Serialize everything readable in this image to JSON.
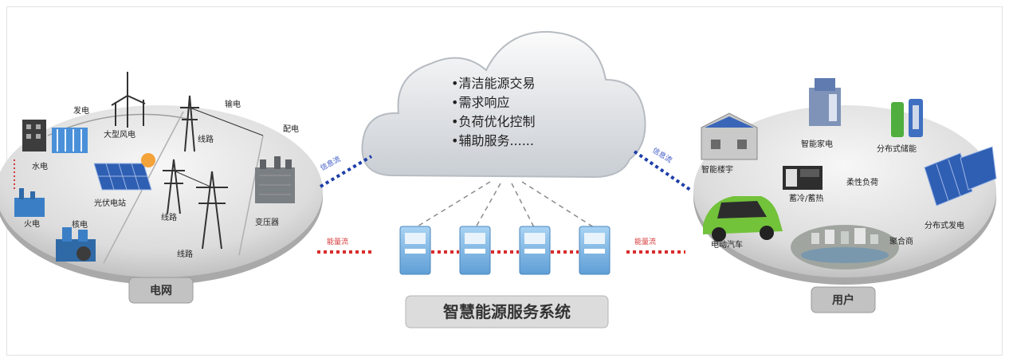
{
  "cloud": {
    "services": [
      "•清洁能源交易",
      "•需求响应",
      "•负荷优化控制",
      "•辅助服务......"
    ]
  },
  "left_platform": {
    "name": "电网",
    "labels": {
      "fadian": "发电",
      "shudian": "输电",
      "peidian": "配电",
      "wind": "大型风电",
      "hydro": "水电",
      "solar": "光伏电站",
      "line1": "线路",
      "line2": "线路",
      "line3": "线路",
      "transformer": "变压器",
      "thermal": "火电",
      "nuclear": "核电"
    }
  },
  "right_platform": {
    "name": "用户",
    "labels": {
      "smart_home": "智能家电",
      "dist_storage": "分布式储能",
      "smart_building": "智能楼宇",
      "cold_heat": "蓄冷/蓄热",
      "flexible_load": "柔性负荷",
      "distributed_gen": "分布式发电",
      "ev": "电动汽车",
      "aggregator": "聚合商"
    }
  },
  "flows": {
    "info_left": "信息流",
    "info_right": "信息流",
    "energy_left": "能量流",
    "energy_right": "能量流"
  },
  "system_title": "智慧能源服务系统",
  "colors": {
    "cloud": "#d9dde2",
    "info_flow": "#1f3fa8",
    "energy_flow": "#d92b2b",
    "meter": "#7bb6e6"
  }
}
